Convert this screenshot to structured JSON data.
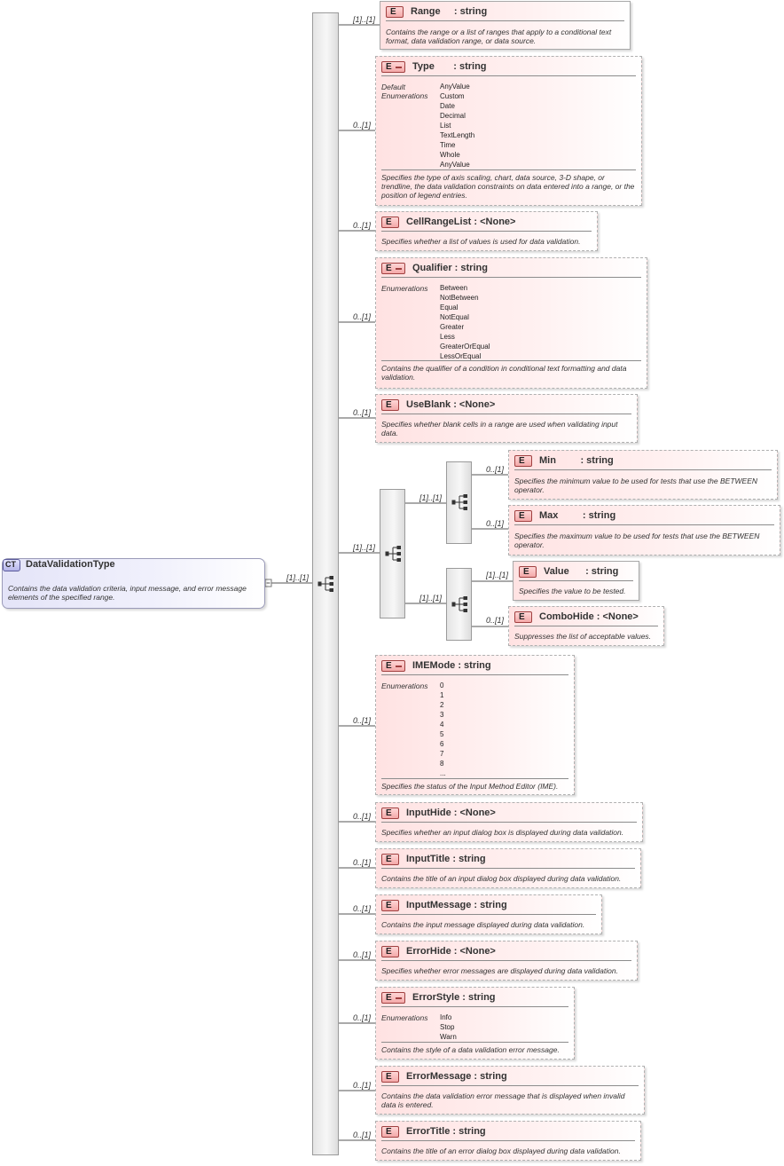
{
  "root": {
    "badge": "CT",
    "name": "DataValidationType",
    "desc": "Contains the data validation criteria, input message, and error message elements of the specified range."
  },
  "root_cardinality": "[1]..[1]",
  "element_badge": "E",
  "facet_labels": {
    "default": "Default",
    "enumerations": "Enumerations"
  },
  "elements": {
    "range": {
      "card": "[1]..[1]",
      "name": "Range     : string",
      "desc": "Contains the range or a list of ranges that apply to a conditional text format, data validation range, or data source."
    },
    "type": {
      "card": "0..[1]",
      "name": "Type       : string",
      "default": "AnyValue",
      "enums": [
        "Custom",
        "Date",
        "Decimal",
        "List",
        "TextLength",
        "Time",
        "Whole",
        "AnyValue"
      ],
      "desc": "Specifies the type of axis scaling, chart, data source, 3-D shape, or trendline, the data validation constraints on data entered into a range, or the position of legend entries."
    },
    "cellrangelist": {
      "card": "0..[1]",
      "name": "CellRangeList : <None>",
      "desc": "Specifies whether a list of values is used for data validation."
    },
    "qualifier": {
      "card": "0..[1]",
      "name": "Qualifier : string",
      "enums": [
        "Between",
        "NotBetween",
        "Equal",
        "NotEqual",
        "Greater",
        "Less",
        "GreaterOrEqual",
        "LessOrEqual"
      ],
      "desc": "Contains the qualifier of a condition in conditional text formatting and data validation."
    },
    "useblank": {
      "card": "0..[1]",
      "name": "UseBlank : <None>",
      "desc": "Specifies whether blank cells in a range are used when validating input data."
    },
    "choice_card": "[1]..[1]",
    "seqA_card": "[1]..[1]",
    "seqB_card": "[1]..[1]",
    "min": {
      "card": "0..[1]",
      "name": "Min         : string",
      "desc": "Specifies the minimum value to be used for tests that use the BETWEEN operator."
    },
    "max": {
      "card": "0..[1]",
      "name": "Max         : string",
      "desc": "Specifies the maximum value to be used for tests that use the BETWEEN operator."
    },
    "value": {
      "card": "[1]..[1]",
      "name": "Value      : string",
      "desc": "Specifies the value to be tested."
    },
    "combohide": {
      "card": "0..[1]",
      "name": "ComboHide : <None>",
      "desc": "Suppresses the list of acceptable values."
    },
    "imemode": {
      "card": "0..[1]",
      "name": "IMEMode : string",
      "enums": [
        "0",
        "1",
        "2",
        "3",
        "4",
        "5",
        "6",
        "7",
        "8",
        "..."
      ],
      "desc": "Specifies the status of the Input Method Editor (IME)."
    },
    "inputhide": {
      "card": "0..[1]",
      "name": "InputHide : <None>",
      "desc": "Specifies whether an input dialog box is displayed during data validation."
    },
    "inputtitle": {
      "card": "0..[1]",
      "name": "InputTitle : string",
      "desc": "Contains the title of an input dialog box displayed during data validation."
    },
    "inputmessage": {
      "card": "0..[1]",
      "name": "InputMessage : string",
      "desc": "Contains the input message displayed during data validation."
    },
    "errorhide": {
      "card": "0..[1]",
      "name": "ErrorHide : <None>",
      "desc": "Specifies whether error messages are displayed during data validation."
    },
    "errorstyle": {
      "card": "0..[1]",
      "name": "ErrorStyle : string",
      "enums": [
        "Info",
        "Stop",
        "Warn"
      ],
      "desc": "Contains the style of a data validation error message."
    },
    "errormessage": {
      "card": "0..[1]",
      "name": "ErrorMessage : string",
      "desc": "Contains the data validation error message that is displayed when invalid data is entered."
    },
    "errortitle": {
      "card": "0..[1]",
      "name": "ErrorTitle : string",
      "desc": "Contains the title of an error dialog box displayed during data validation."
    }
  }
}
